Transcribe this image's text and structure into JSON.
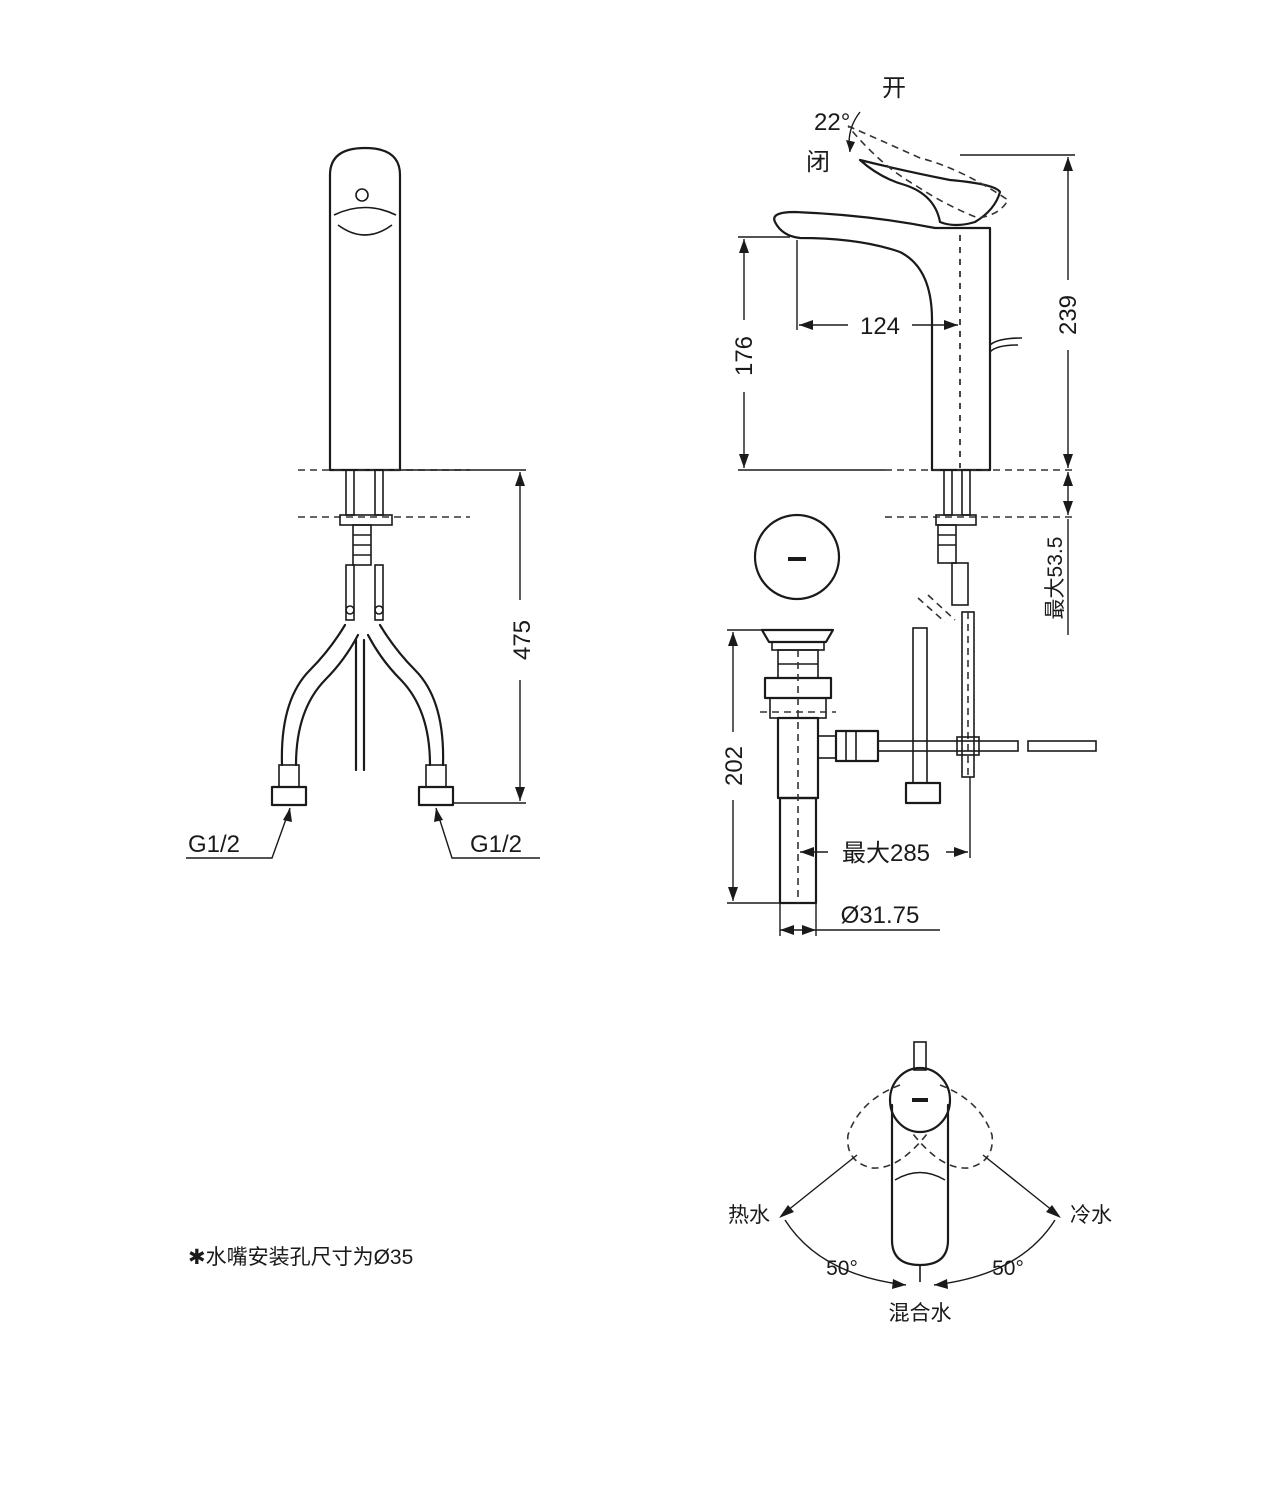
{
  "left_view": {
    "dim_height": "475",
    "thread_left": "G1/2",
    "thread_right": "G1/2"
  },
  "side_view": {
    "angle": "22°",
    "label_open": "开",
    "label_close": "闭",
    "dim_reach": "124",
    "dim_spout_height": "176",
    "dim_total_height": "239",
    "dim_max_deck": "最大53.5",
    "dim_drain_length": "202",
    "dim_max_rod": "最大285",
    "dim_drain_diameter": "Ø31.75"
  },
  "top_view": {
    "label_hot": "热水",
    "label_cold": "冷水",
    "label_mixed": "混合水",
    "angle_left": "50°",
    "angle_right": "50°"
  },
  "note": "✱水嘴安装孔尺寸为Ø35"
}
